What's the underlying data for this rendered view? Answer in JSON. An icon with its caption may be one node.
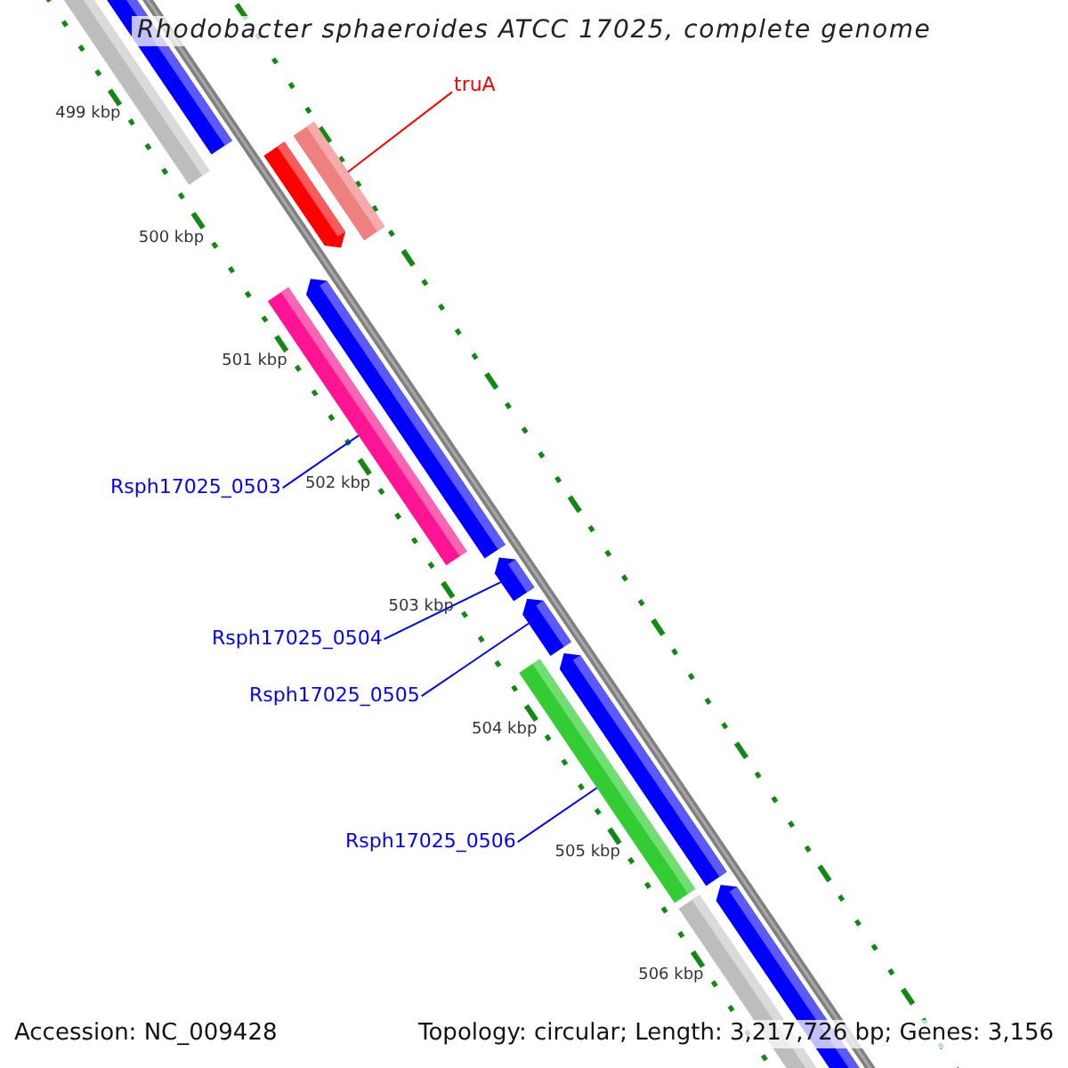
{
  "diagram": {
    "title": "Rhodobacter sphaeroides ATCC 17025, complete genome",
    "nodes": [
      {
        "text": [
          "truA"
        ]
      },
      {
        "text": [],
        "shape": "bar"
      },
      {
        "text": [
          "Rsph17025_0503"
        ]
      },
      {
        "text": [],
        "shape": "bar"
      },
      {
        "text": [
          "Rsph17025_0504"
        ]
      },
      {
        "text": [],
        "shape": "bar"
      },
      {
        "text": [
          "Rsph17025_0505"
        ]
      },
      {
        "text": [],
        "shape": "bar"
      },
      {
        "text": [
          "Rsph17025_0506"
        ]
      },
      {
        "text": [],
        "shape": "bar"
      }
    ],
    "edges": [
      {
        "from": 0,
        "to": 1,
        "arrow": "none",
        "color": "#ff0000"
      },
      {
        "from": 2,
        "to": 3,
        "arrow": "none"
      },
      {
        "from": 4,
        "to": 5,
        "arrow": "none"
      },
      {
        "from": 6,
        "to": 7,
        "arrow": "none"
      },
      {
        "from": 8,
        "to": 9,
        "arrow": "none"
      }
    ],
    "labels": [
      "499 kbp",
      "500 kbp",
      "501 kbp",
      "502 kbp",
      "503 kbp",
      "504 kbp",
      "505 kbp",
      "506 kbp",
      "Accession: NC_009428",
      "Topology: circular; Length: 3,217,726 bp; Genes: 3,156"
    ]
  }
}
